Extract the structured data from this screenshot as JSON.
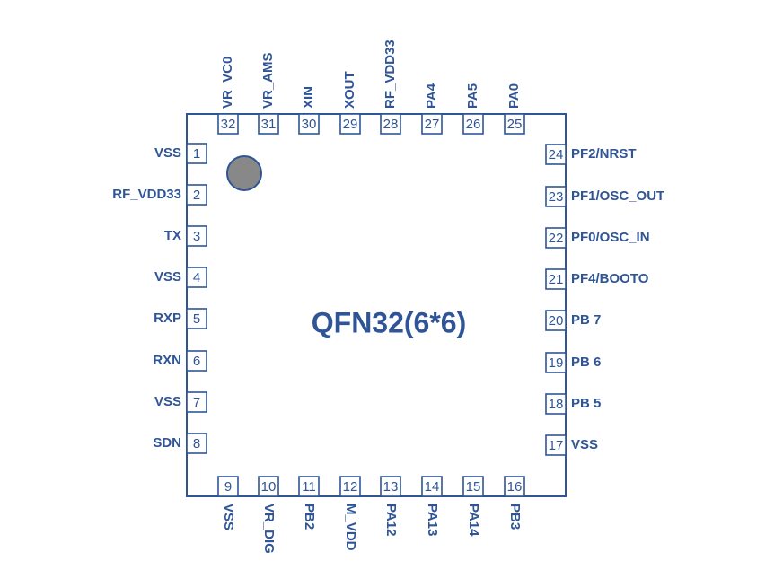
{
  "title": "QFN32(6*6)",
  "colors": {
    "stroke": "#2f5597",
    "text": "#2f5597",
    "pin1_marker": "#888888"
  },
  "pins": {
    "left": [
      {
        "num": "1",
        "label": "VSS"
      },
      {
        "num": "2",
        "label": "RF_VDD33"
      },
      {
        "num": "3",
        "label": "TX"
      },
      {
        "num": "4",
        "label": "VSS"
      },
      {
        "num": "5",
        "label": "RXP"
      },
      {
        "num": "6",
        "label": "RXN"
      },
      {
        "num": "7",
        "label": "VSS"
      },
      {
        "num": "8",
        "label": "SDN"
      }
    ],
    "bottom": [
      {
        "num": "9",
        "label": "VSS"
      },
      {
        "num": "10",
        "label": "VR_DIG"
      },
      {
        "num": "11",
        "label": "PB2"
      },
      {
        "num": "12",
        "label": "M_VDD"
      },
      {
        "num": "13",
        "label": "PA12"
      },
      {
        "num": "14",
        "label": "PA13"
      },
      {
        "num": "15",
        "label": "PA14"
      },
      {
        "num": "16",
        "label": "PB3"
      }
    ],
    "right": [
      {
        "num": "17",
        "label": "VSS"
      },
      {
        "num": "18",
        "label": "PB 5"
      },
      {
        "num": "19",
        "label": "PB 6"
      },
      {
        "num": "20",
        "label": "PB 7"
      },
      {
        "num": "21",
        "label": "PF4/BOOTO"
      },
      {
        "num": "22",
        "label": "PF0/OSC_IN"
      },
      {
        "num": "23",
        "label": "PF1/OSC_OUT"
      },
      {
        "num": "24",
        "label": "PF2/NRST"
      }
    ],
    "top": [
      {
        "num": "25",
        "label": "PA0"
      },
      {
        "num": "26",
        "label": "PA5"
      },
      {
        "num": "27",
        "label": "PA4"
      },
      {
        "num": "28",
        "label": "RF_VDD33"
      },
      {
        "num": "29",
        "label": "XOUT"
      },
      {
        "num": "30",
        "label": "XIN"
      },
      {
        "num": "31",
        "label": "VR_AMS"
      },
      {
        "num": "32",
        "label": "VR_VC0"
      }
    ]
  }
}
